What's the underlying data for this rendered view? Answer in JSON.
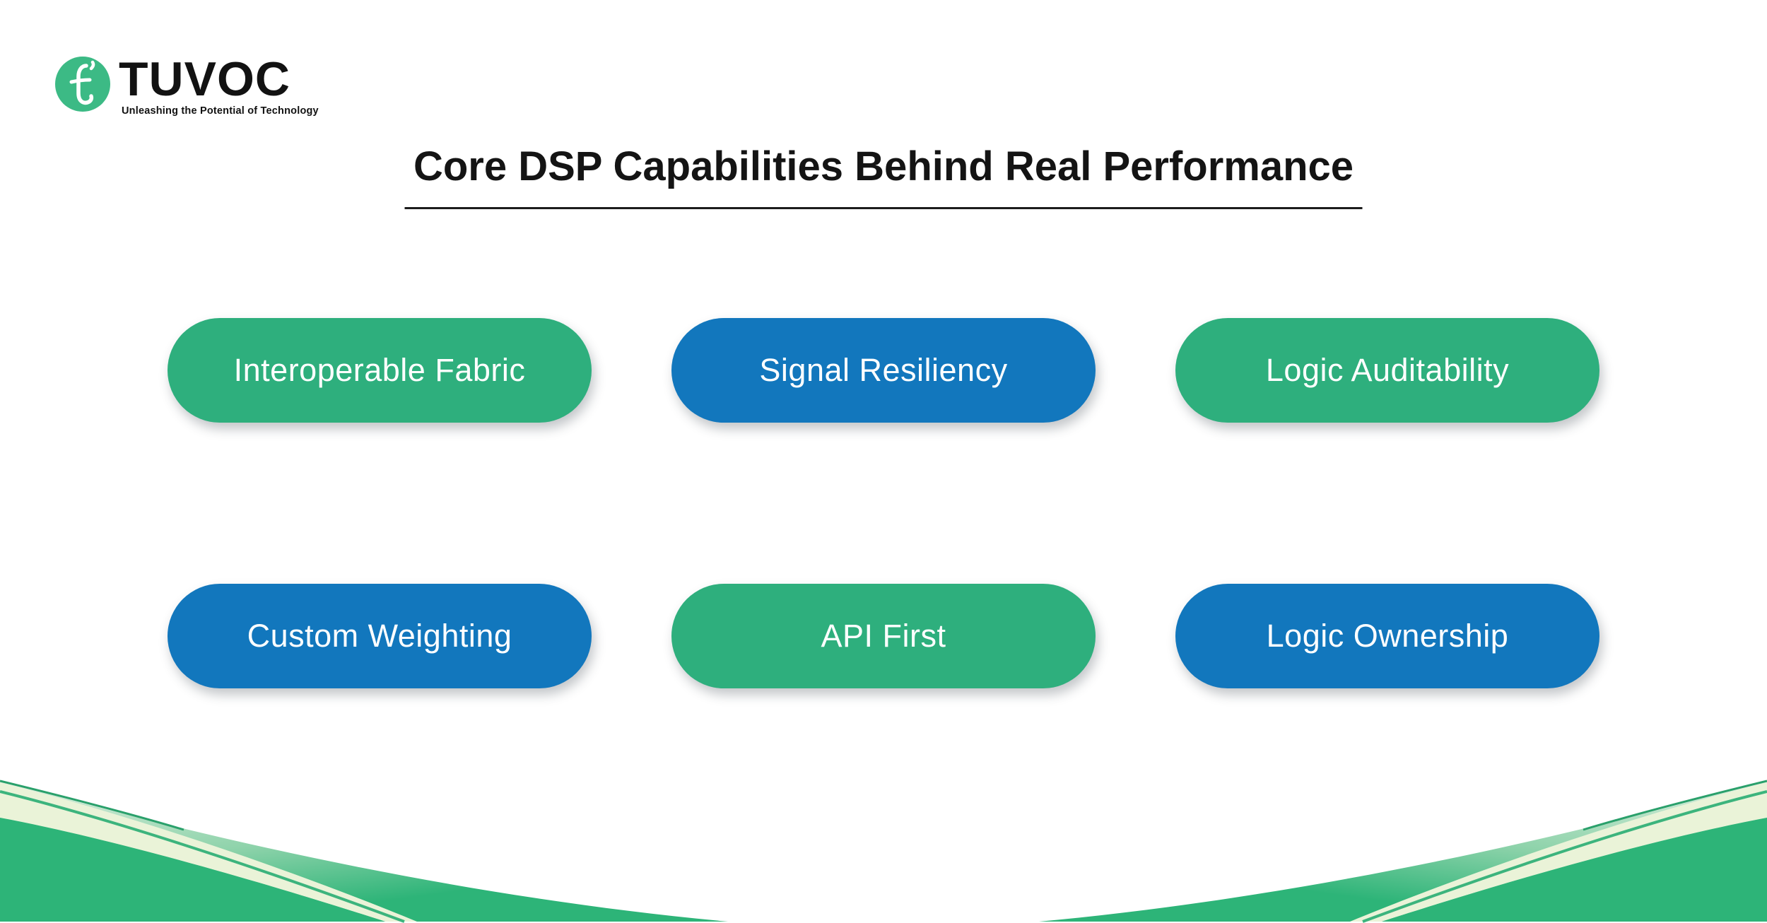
{
  "logo": {
    "brand": "TUVOC",
    "tagline": "Unleashing the Potential of Technology",
    "circle_color": "#3CBA85",
    "glyph_color": "#FFFFFF",
    "text_color": "#121212"
  },
  "header": {
    "title": "Core DSP Capabilities Behind Real Performance",
    "underline_color": "#1C1C1C"
  },
  "capabilities": {
    "text_color": "#FFFFFF",
    "items": [
      {
        "label": "Interoperable Fabric",
        "color": "#2EAF7D"
      },
      {
        "label": "Signal Resiliency",
        "color": "#1277BD"
      },
      {
        "label": "Logic Auditability",
        "color": "#2EAF7D"
      },
      {
        "label": "Custom Weighting",
        "color": "#1277BD"
      },
      {
        "label": "API First",
        "color": "#2EAF7D"
      },
      {
        "label": "Logic Ownership",
        "color": "#1277BD"
      }
    ]
  },
  "decor": {
    "wave_solid": "#2DB478",
    "wave_gradient_light": "#D9EEDD",
    "wave_gradient_mid": "#8FD3AB",
    "wave_cream": "#EAF3D8",
    "wave_line": "#3CB47D",
    "wave_edge_line": "#2AA06B",
    "background": "#FFFFFF"
  }
}
